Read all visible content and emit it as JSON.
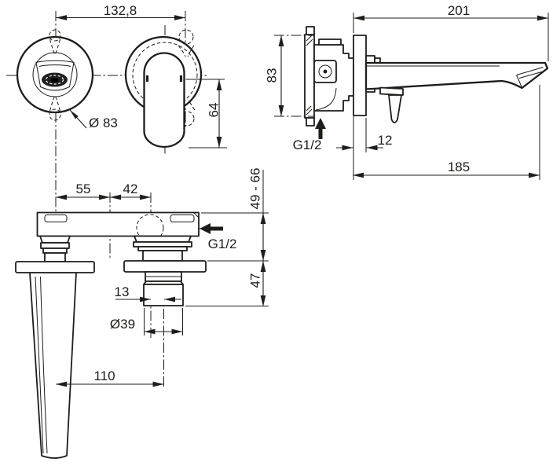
{
  "title": "Wall-mounted basin mixer technical dimension drawing",
  "line_color": "#1d1d1b",
  "background": "#ffffff",
  "dims": {
    "front_spacing": "132,8",
    "front_diameter": "Ø 83",
    "front_handle": "64",
    "side_total": "201",
    "side_height": "83",
    "side_inlet": "G1/2",
    "side_plate": "12",
    "side_spout": "185",
    "inst_spout_offset": "55",
    "inst_valve_offset": "42",
    "inst_inlet": "G1/2",
    "inst_depth_range": "49 - 66",
    "inst_outlet_proj": "47",
    "inst_outlet_offset": "13",
    "inst_outlet_dia": "Ø39",
    "inst_center_dist": "110"
  }
}
